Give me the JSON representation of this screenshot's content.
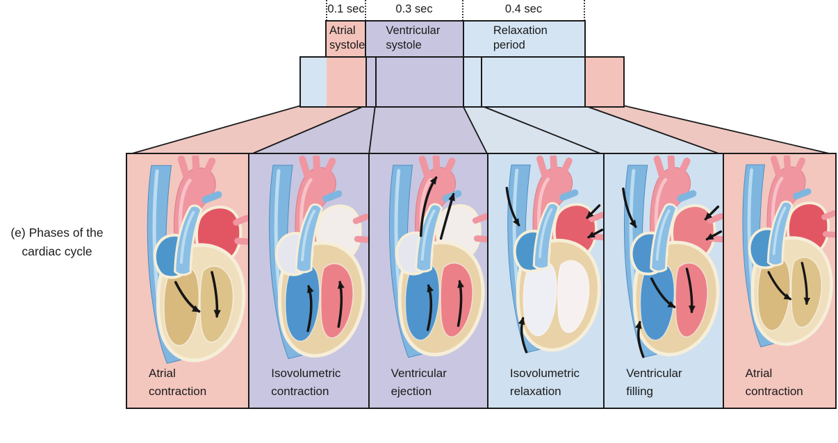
{
  "figure": {
    "caption_line1": "(e) Phases of the",
    "caption_line2": "cardiac cycle"
  },
  "timeline": {
    "durations": [
      {
        "label": "0.1 sec"
      },
      {
        "label": "0.3 sec"
      },
      {
        "label": "0.4 sec"
      }
    ],
    "phases": [
      {
        "key": "atrial-systole",
        "name": "Atrial systole",
        "color": "#f3c3bb"
      },
      {
        "key": "ventricular-systole",
        "name": "Ventricular systole",
        "color": "#c8c5e0"
      },
      {
        "key": "relaxation-period",
        "name": "Relaxation period",
        "color": "#d4e4f2"
      }
    ],
    "cycle_bar_segments": [
      {
        "key": "relaxation-tail",
        "color_ref": "light_blue"
      },
      {
        "key": "atrial-systole",
        "color_ref": "pink"
      },
      {
        "key": "ventricular-systole-isovolumetric",
        "color_ref": "lavender"
      },
      {
        "key": "ventricular-systole-ejection",
        "color_ref": "lavender"
      },
      {
        "key": "relaxation-isovolumetric",
        "color_ref": "light_blue"
      },
      {
        "key": "relaxation-filling",
        "color_ref": "light_blue"
      },
      {
        "key": "atrial-systole-next",
        "color_ref": "pink"
      }
    ]
  },
  "palette": {
    "pink": "#f3c3bb",
    "lavender": "#c8c5e0",
    "light_blue": "#d4e4f2",
    "fan_pink": "#eec7c1",
    "fan_lavender": "#c9c6dd",
    "fan_light_blue": "#d9e3ee",
    "outline": "#1a1a1a",
    "text": "#1a1a1a",
    "arrow": "#151515"
  },
  "heart_palette": {
    "vein_blue": "#7fb6e0",
    "vein_blue_dark": "#4d8cc0",
    "vein_blue_highlight": "#bcdcf0",
    "aorta_pink": "#ef96a0",
    "aorta_pink_dark": "#da7d89",
    "aorta_pink_highlight": "#f8c2c7",
    "pulmonary_trunk_blue": "#8bbfe5",
    "cream_outline": "#f6eed8"
  },
  "panels": [
    {
      "key": "atrial-contraction",
      "label": "Atrial contraction",
      "bg": "#f3c6be",
      "heart": {
        "right_atrium": "#4d96cb",
        "left_atrium": "#e25664",
        "right_ventricle": "#d8b97e",
        "left_ventricle": "#ddc28a",
        "myocardium": "#efdfbd",
        "arrows": [
          "flow-into-rv",
          "flow-into-lv"
        ]
      }
    },
    {
      "key": "isovolumetric-contraction",
      "label": "Isovolumetric contraction",
      "bg": "#c9c6e1",
      "heart": {
        "right_atrium": "#e6e7ee",
        "left_atrium": "#f2eceb",
        "right_ventricle": "#4f94cc",
        "left_ventricle": "#ec8089",
        "myocardium": "#e9d2a8",
        "arrows": [
          "rv-pressure-up",
          "lv-pressure-up"
        ]
      }
    },
    {
      "key": "ventricular-ejection",
      "label": "Ventricular ejection",
      "bg": "#c9c6e1",
      "heart": {
        "right_atrium": "#e6e7ee",
        "left_atrium": "#f2eceb",
        "right_ventricle": "#4f94cc",
        "left_ventricle": "#ec8089",
        "myocardium": "#e9d2a8",
        "arrows": [
          "eject-aorta",
          "eject-pulmonary",
          "rv-pressure-up",
          "lv-pressure-up"
        ]
      }
    },
    {
      "key": "isovolumetric-relaxation",
      "label": "Isovolumetric relaxation",
      "bg": "#cfe0f0",
      "heart": {
        "right_atrium": "#4d96cb",
        "left_atrium": "#e5606d",
        "right_ventricle": "#edeff4",
        "left_ventricle": "#f6f0f1",
        "myocardium": "#e9d2a8",
        "arrows": [
          "svc-inflow",
          "pulmvein-inflow-upper",
          "pulmvein-inflow-lower",
          "ivc-inflow"
        ]
      }
    },
    {
      "key": "ventricular-filling",
      "label": "Ventricular filling",
      "bg": "#cfe0f0",
      "heart": {
        "right_atrium": "#4f94cc",
        "left_atrium": "#ec8089",
        "right_ventricle": "#4f94cc",
        "left_ventricle": "#ec8089",
        "myocardium": "#e9d2a8",
        "arrows": [
          "svc-inflow",
          "pulmvein-inflow-upper",
          "pulmvein-inflow-lower",
          "ivc-inflow",
          "flow-into-rv",
          "flow-into-lv"
        ]
      }
    },
    {
      "key": "atrial-contraction-2",
      "label": "Atrial contraction",
      "bg": "#f3c6be",
      "heart": {
        "right_atrium": "#4d96cb",
        "left_atrium": "#e25664",
        "right_ventricle": "#d8b97e",
        "left_ventricle": "#ddc28a",
        "myocardium": "#efdfbd",
        "arrows": [
          "flow-into-rv",
          "flow-into-lv"
        ]
      }
    }
  ]
}
